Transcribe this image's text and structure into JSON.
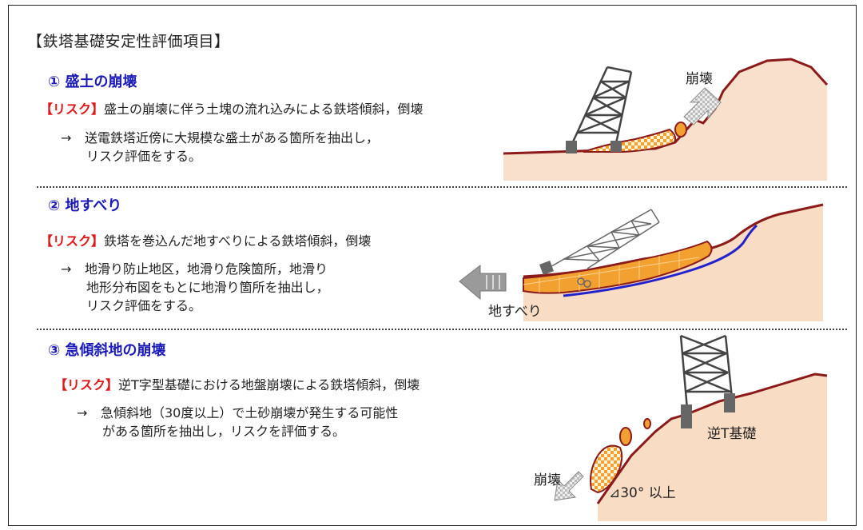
{
  "title": "【鉄塔基礎安定性評価項目】",
  "sections": [
    {
      "heading": "① 盛土の崩壊",
      "risk_tag": "【リスク】",
      "risk_text": "盛土の崩壊に伴う土塊の流れ込みによる鉄塔傾斜，倒壊",
      "arrow": "→",
      "action_lines": [
        "送電鉄塔近傍に大規模な盛土がある箇所を抽出し，",
        "リスク評価をする。"
      ],
      "figure_labels": [
        "崩壊"
      ]
    },
    {
      "heading": "② 地すべり",
      "risk_tag": "【リスク】",
      "risk_text": "鉄塔を巻込んだ地すべりによる鉄塔傾斜，倒壊",
      "arrow": "→",
      "action_lines": [
        "地滑り防止地区，地滑り危険箇所，地滑り",
        "地形分布図をもとに地滑り箇所を抽出し，",
        "リスク評価をする。"
      ],
      "figure_labels": [
        "地すべり"
      ]
    },
    {
      "heading": "③ 急傾斜地の崩壊",
      "risk_tag": "【リスク】",
      "risk_text": "逆T字型基礎における地盤崩壊による鉄塔傾斜，倒壊",
      "arrow": "→",
      "action_lines": [
        "急傾斜地（30度以上）で土砂崩壊が発生する可能性",
        "がある箇所を抽出し，リスクを評価する。"
      ],
      "figure_labels": [
        "逆T基礎",
        "崩壊",
        "⊿30° 以上"
      ]
    }
  ],
  "colors": {
    "heading": "#1a1ab8",
    "risk_tag": "#e01818",
    "ground_line": "#8b1a1a",
    "slip_surface": "#2222cc",
    "fill_orange": "#f2a030",
    "soil_light": "#f8d8c0"
  },
  "icons": [
    "tower-icon",
    "collapse-arrow-icon",
    "slide-direction-arrow-icon"
  ]
}
